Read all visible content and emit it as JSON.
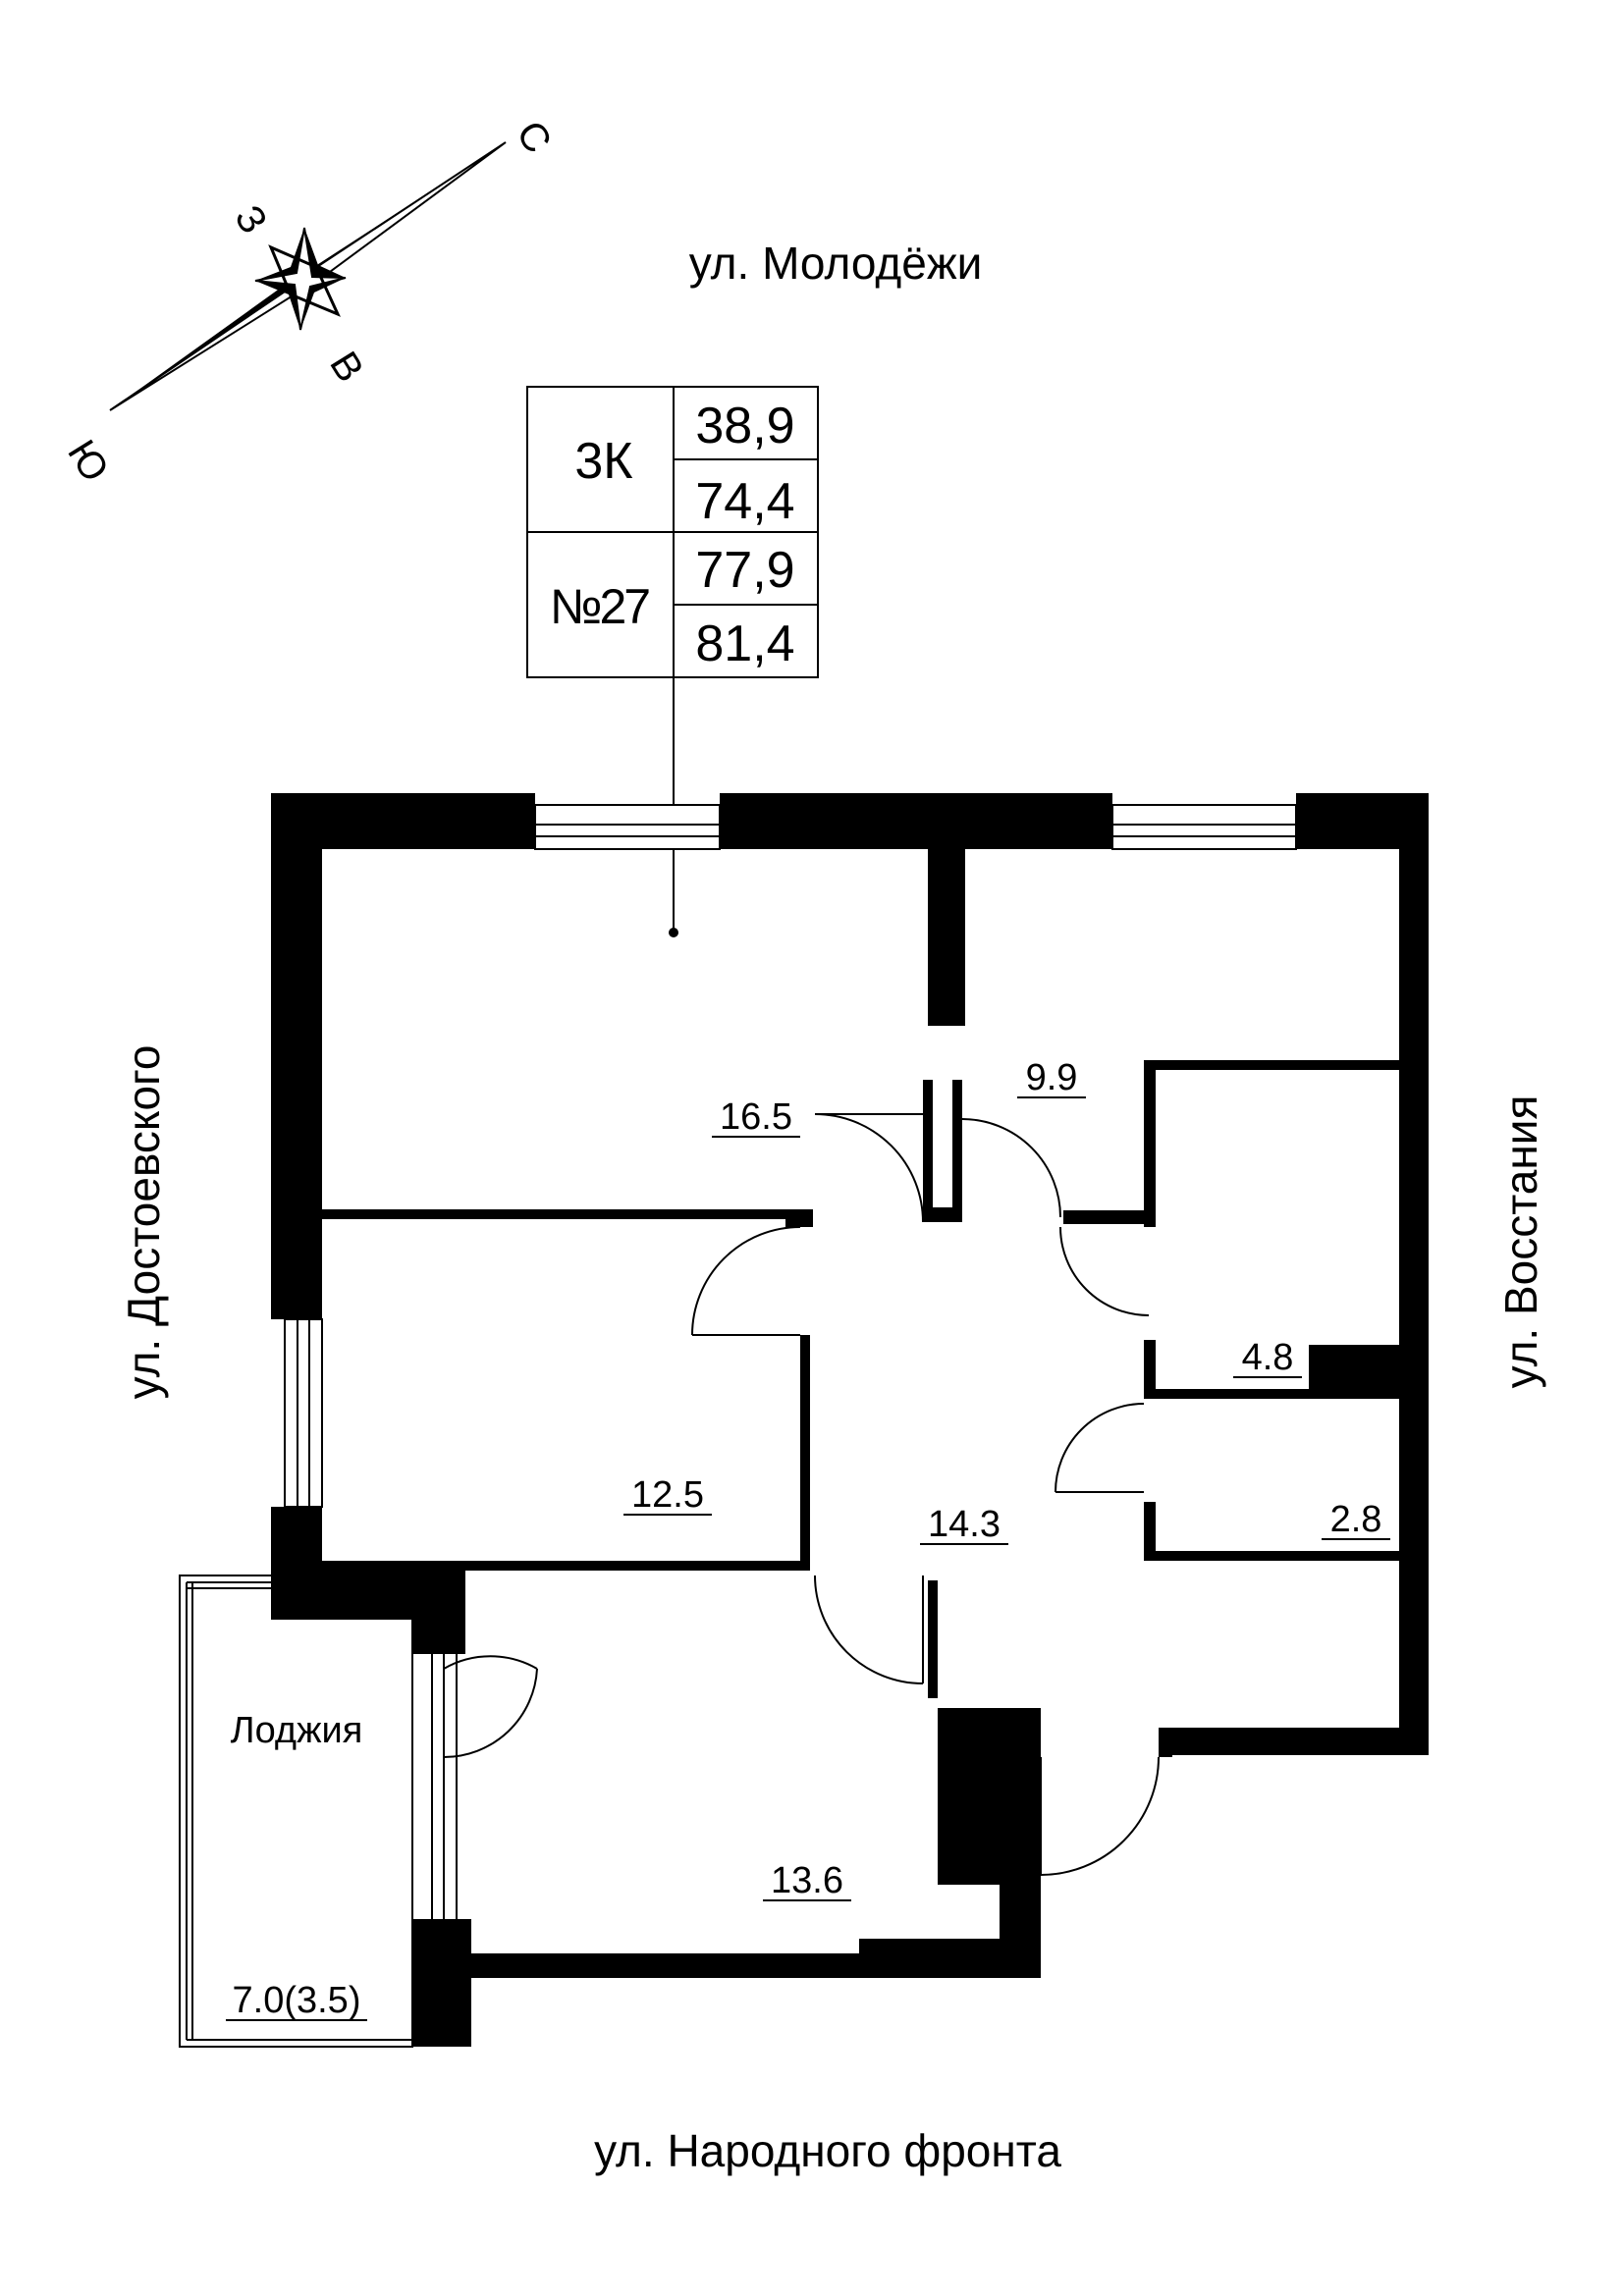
{
  "compass": {
    "north": "С",
    "south": "Ю",
    "east": "В",
    "west": "З"
  },
  "streets": {
    "top": "ул. Молодёжи",
    "left": "ул. Достоевского",
    "right": "ул. Восстания",
    "bottom": "ул. Народного фронта"
  },
  "info_box": {
    "type": "3К",
    "number": "№27",
    "values": [
      "38,9",
      "74,4",
      "77,9",
      "81,4"
    ]
  },
  "rooms": [
    {
      "id": "room-16-5",
      "area": "16.5"
    },
    {
      "id": "room-9-9",
      "area": "9.9"
    },
    {
      "id": "room-12-5",
      "area": "12.5"
    },
    {
      "id": "hall-14-3",
      "area": "14.3"
    },
    {
      "id": "bath-4-8",
      "area": "4.8"
    },
    {
      "id": "wc-2-8",
      "area": "2.8"
    },
    {
      "id": "room-13-6",
      "area": "13.6"
    }
  ],
  "loggia": {
    "label": "Лоджия",
    "area": "7.0(3.5)"
  }
}
